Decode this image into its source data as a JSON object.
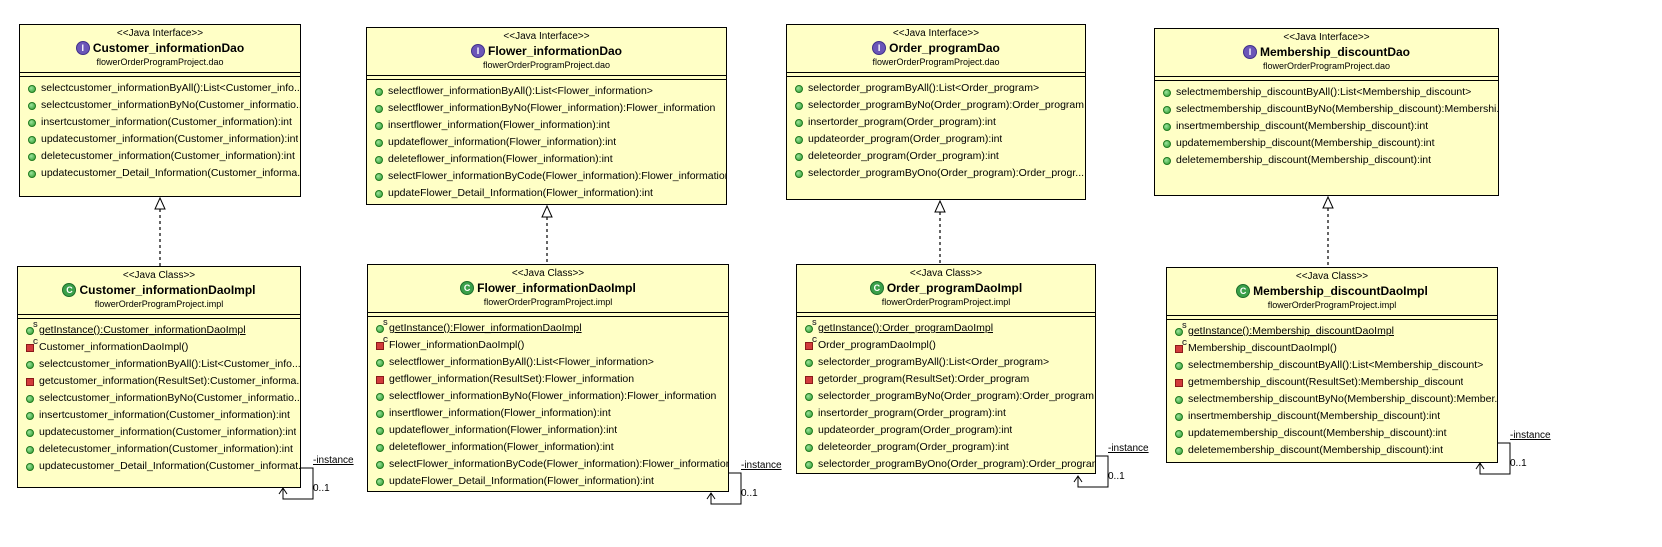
{
  "diagrams": [
    {
      "interface": {
        "stereotype": "<<Java Interface>>",
        "name": "Customer_informationDao",
        "package": "flowerOrderProgramProject.dao",
        "methods": [
          "selectcustomer_informationByAll():List<Customer_info...",
          "selectcustomer_informationByNo(Customer_informatio...",
          "insertcustomer_information(Customer_information):int",
          "updatecustomer_information(Customer_information):int",
          "deletecustomer_information(Customer_information):int",
          "updatecustomer_Detail_Information(Customer_informa..."
        ]
      },
      "class": {
        "stereotype": "<<Java Class>>",
        "name": "Customer_informationDaoImpl",
        "package": "flowerOrderProgramProject.impl",
        "methods": [
          {
            "text": "getInstance():Customer_informationDaoImpl",
            "kind": "public",
            "static": true
          },
          {
            "text": "Customer_informationDaoImpl()",
            "kind": "private",
            "ctor": true
          },
          {
            "text": "selectcustomer_informationByAll():List<Customer_info...",
            "kind": "public"
          },
          {
            "text": "getcustomer_information(ResultSet):Customer_informa...",
            "kind": "private"
          },
          {
            "text": "selectcustomer_informationByNo(Customer_informatio...",
            "kind": "public"
          },
          {
            "text": "insertcustomer_information(Customer_information):int",
            "kind": "public"
          },
          {
            "text": "updatecustomer_information(Customer_information):int",
            "kind": "public"
          },
          {
            "text": "deletecustomer_information(Customer_information):int",
            "kind": "public"
          },
          {
            "text": "updatecustomer_Detail_Information(Customer_informat...",
            "kind": "public"
          }
        ]
      },
      "instance_label": "-instance",
      "multiplicity": "0..1"
    },
    {
      "interface": {
        "stereotype": "<<Java Interface>>",
        "name": "Flower_informationDao",
        "package": "flowerOrderProgramProject.dao",
        "methods": [
          "selectflower_informationByAll():List<Flower_information>",
          "selectflower_informationByNo(Flower_information):Flower_information",
          "insertflower_information(Flower_information):int",
          "updateflower_information(Flower_information):int",
          "deleteflower_information(Flower_information):int",
          "selectFlower_informationByCode(Flower_information):Flower_information",
          "updateFlower_Detail_Information(Flower_information):int"
        ]
      },
      "class": {
        "stereotype": "<<Java Class>>",
        "name": "Flower_informationDaoImpl",
        "package": "flowerOrderProgramProject.impl",
        "methods": [
          {
            "text": "getInstance():Flower_informationDaoImpl",
            "kind": "public",
            "static": true
          },
          {
            "text": "Flower_informationDaoImpl()",
            "kind": "private",
            "ctor": true
          },
          {
            "text": "selectflower_informationByAll():List<Flower_information>",
            "kind": "public"
          },
          {
            "text": "getflower_information(ResultSet):Flower_information",
            "kind": "private"
          },
          {
            "text": "selectflower_informationByNo(Flower_information):Flower_information",
            "kind": "public"
          },
          {
            "text": "insertflower_information(Flower_information):int",
            "kind": "public"
          },
          {
            "text": "updateflower_information(Flower_information):int",
            "kind": "public"
          },
          {
            "text": "deleteflower_information(Flower_information):int",
            "kind": "public"
          },
          {
            "text": "selectFlower_informationByCode(Flower_information):Flower_information",
            "kind": "public"
          },
          {
            "text": "updateFlower_Detail_Information(Flower_information):int",
            "kind": "public"
          }
        ]
      },
      "instance_label": "-instance",
      "multiplicity": "0..1"
    },
    {
      "interface": {
        "stereotype": "<<Java Interface>>",
        "name": "Order_programDao",
        "package": "flowerOrderProgramProject.dao",
        "methods": [
          "selectorder_programByAll():List<Order_program>",
          "selectorder_programByNo(Order_program):Order_program",
          "insertorder_program(Order_program):int",
          "updateorder_program(Order_program):int",
          "deleteorder_program(Order_program):int",
          "selectorder_programByOno(Order_program):Order_progr..."
        ]
      },
      "class": {
        "stereotype": "<<Java Class>>",
        "name": "Order_programDaoImpl",
        "package": "flowerOrderProgramProject.impl",
        "methods": [
          {
            "text": "getInstance():Order_programDaoImpl",
            "kind": "public",
            "static": true
          },
          {
            "text": "Order_programDaoImpl()",
            "kind": "private",
            "ctor": true
          },
          {
            "text": "selectorder_programByAll():List<Order_program>",
            "kind": "public"
          },
          {
            "text": "getorder_program(ResultSet):Order_program",
            "kind": "private"
          },
          {
            "text": "selectorder_programByNo(Order_program):Order_program",
            "kind": "public"
          },
          {
            "text": "insertorder_program(Order_program):int",
            "kind": "public"
          },
          {
            "text": "updateorder_program(Order_program):int",
            "kind": "public"
          },
          {
            "text": "deleteorder_program(Order_program):int",
            "kind": "public"
          },
          {
            "text": "selectorder_programByOno(Order_program):Order_program",
            "kind": "public"
          }
        ]
      },
      "instance_label": "-instance",
      "multiplicity": "0..1"
    },
    {
      "interface": {
        "stereotype": "<<Java Interface>>",
        "name": "Membership_discountDao",
        "package": "flowerOrderProgramProject.dao",
        "methods": [
          "selectmembership_discountByAll():List<Membership_discount>",
          "selectmembership_discountByNo(Membership_discount):Membershi...",
          "insertmembership_discount(Membership_discount):int",
          "updatemembership_discount(Membership_discount):int",
          "deletemembership_discount(Membership_discount):int"
        ]
      },
      "class": {
        "stereotype": "<<Java Class>>",
        "name": "Membership_discountDaoImpl",
        "package": "flowerOrderProgramProject.impl",
        "methods": [
          {
            "text": "getInstance():Membership_discountDaoImpl",
            "kind": "public",
            "static": true
          },
          {
            "text": "Membership_discountDaoImpl()",
            "kind": "private",
            "ctor": true
          },
          {
            "text": "selectmembership_discountByAll():List<Membership_discount>",
            "kind": "public"
          },
          {
            "text": "getmembership_discount(ResultSet):Membership_discount",
            "kind": "private"
          },
          {
            "text": "selectmembership_discountByNo(Membership_discount):Member...",
            "kind": "public"
          },
          {
            "text": "insertmembership_discount(Membership_discount):int",
            "kind": "public"
          },
          {
            "text": "updatemembership_discount(Membership_discount):int",
            "kind": "public"
          },
          {
            "text": "deletemembership_discount(Membership_discount):int",
            "kind": "public"
          }
        ]
      },
      "instance_label": "-instance",
      "multiplicity": "0..1"
    }
  ]
}
